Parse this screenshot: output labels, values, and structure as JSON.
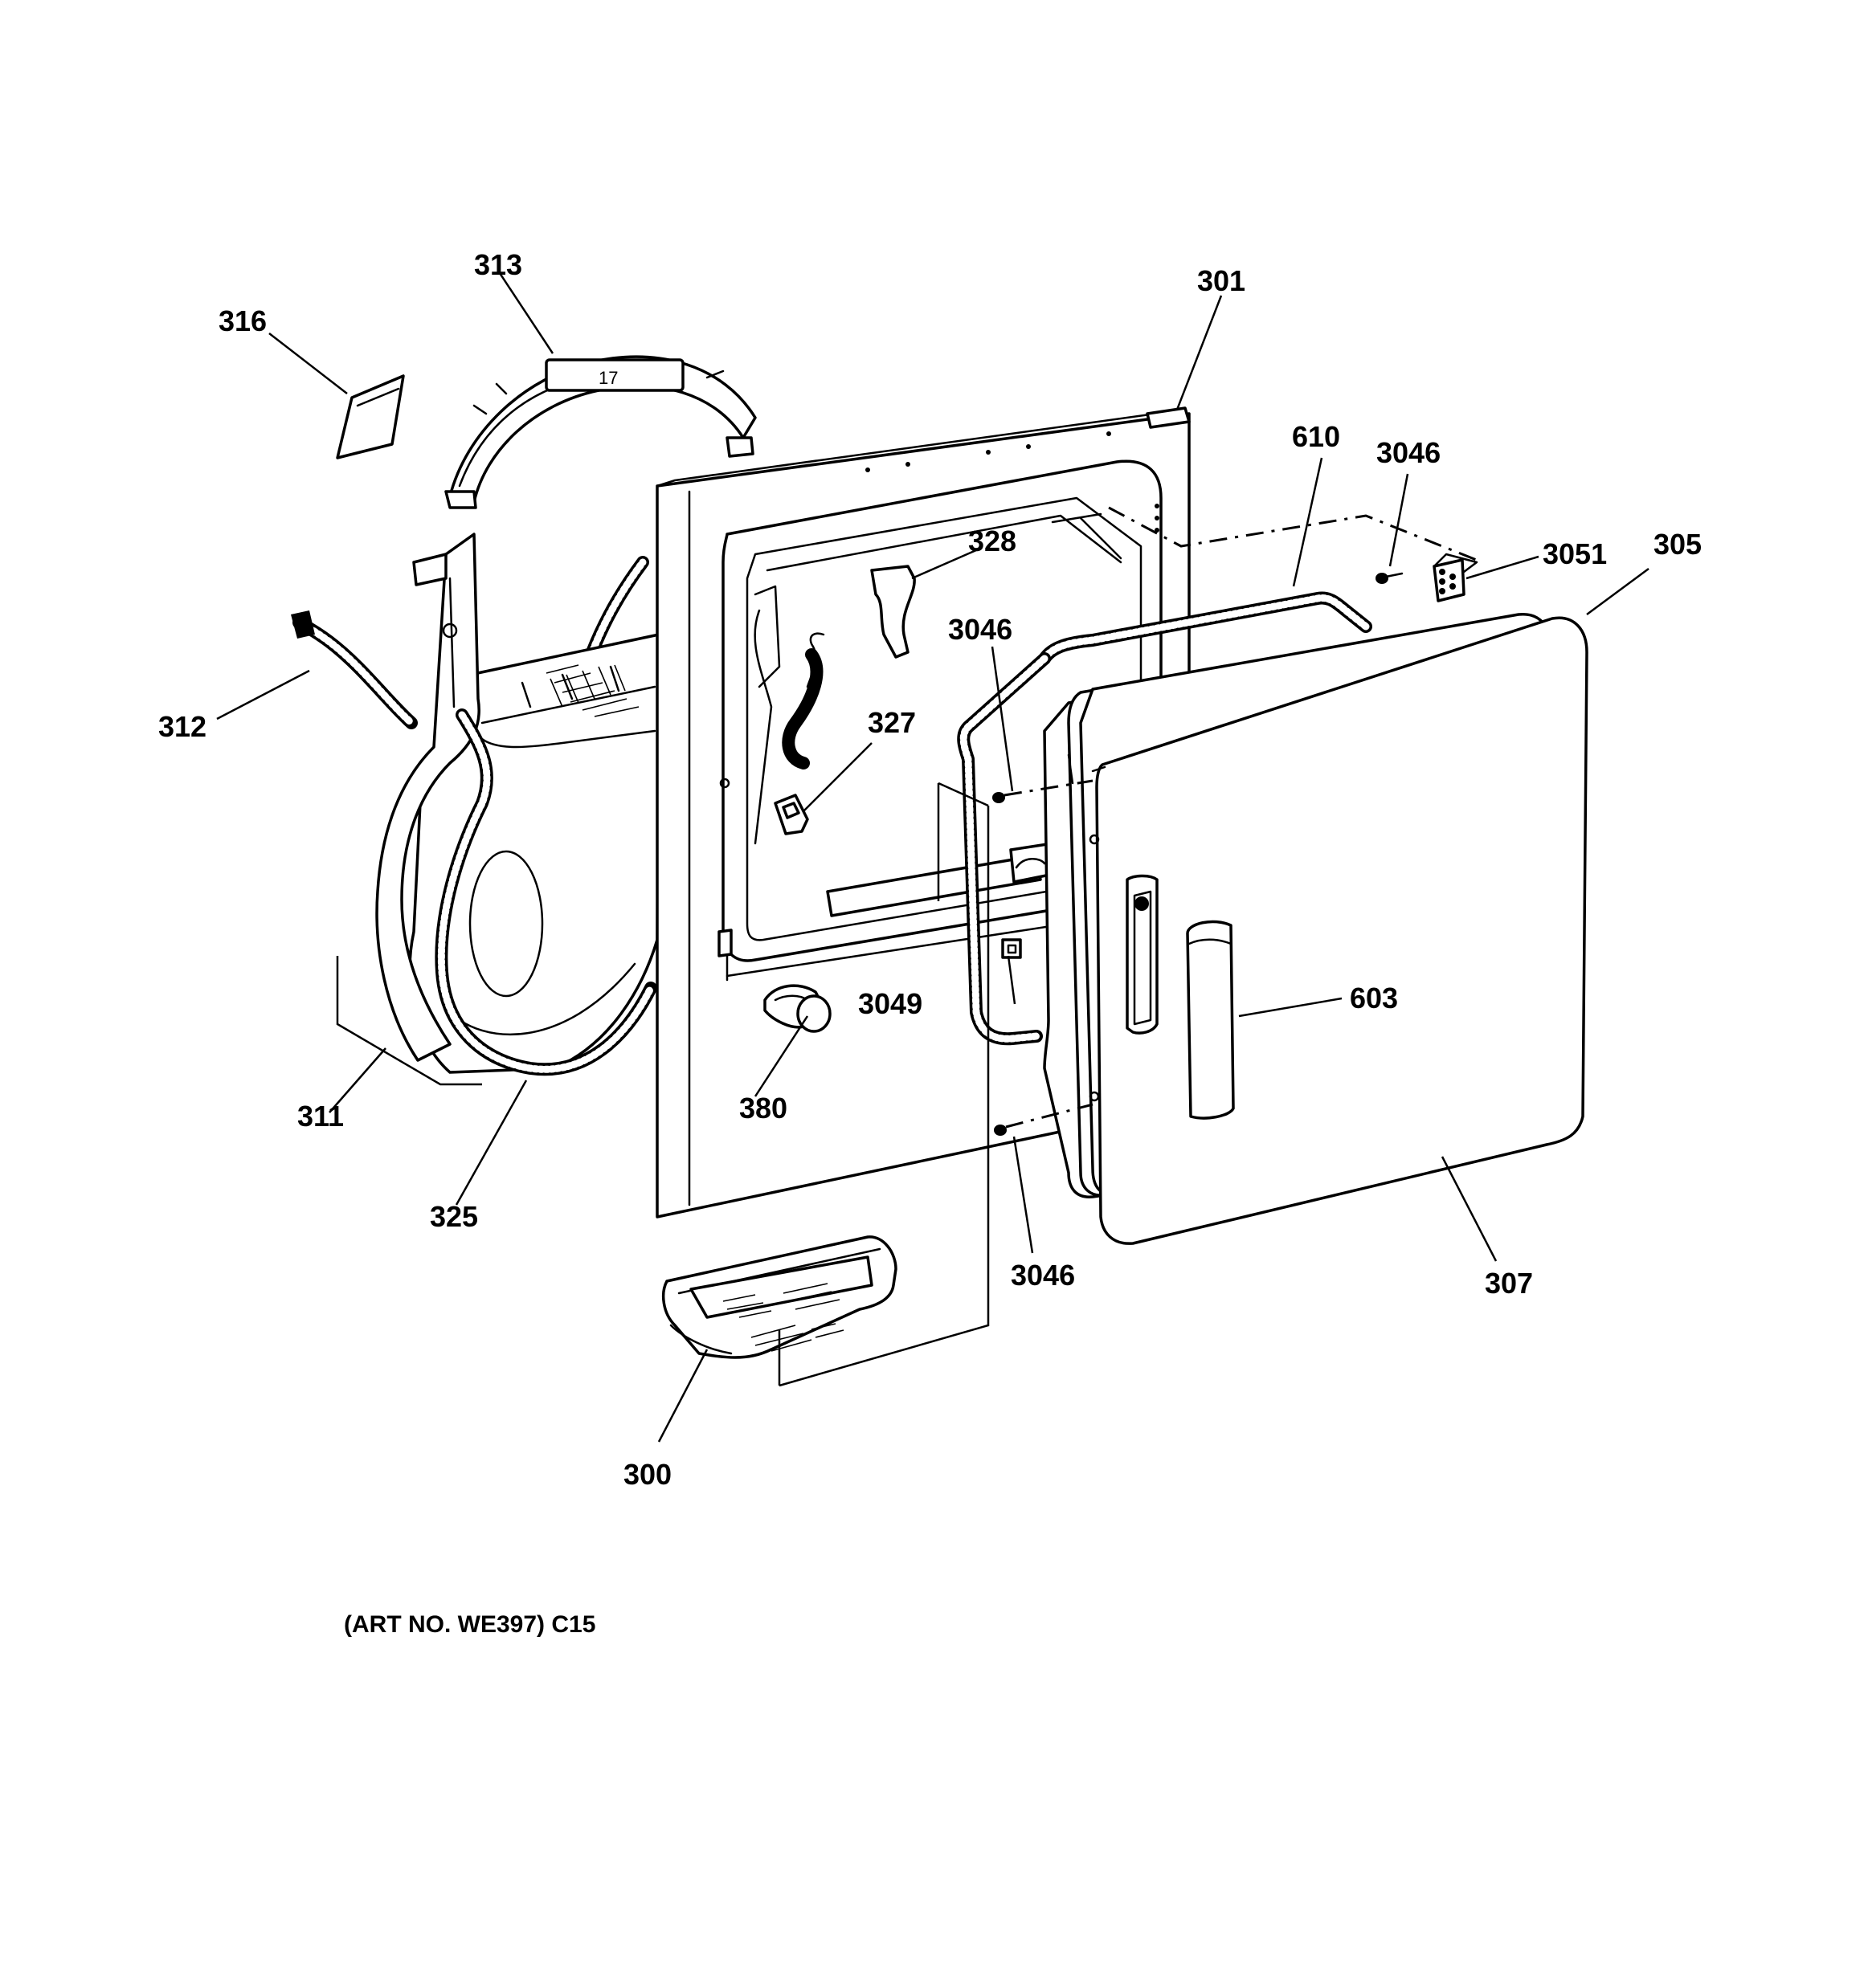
{
  "callouts": {
    "c313": "313",
    "c316": "316",
    "c301": "301",
    "c610": "610",
    "c3046_top": "3046",
    "c3051": "3051",
    "c305": "305",
    "c328": "328",
    "c3046_mid": "3046",
    "c327": "327",
    "c312": "312",
    "c3049": "3049",
    "c603": "603",
    "c380": "380",
    "c311": "311",
    "c325": "325",
    "c3046_bottom": "3046",
    "c307": "307",
    "c300": "300"
  },
  "footer": {
    "art_number": "(ART NO. WE397) C15"
  }
}
